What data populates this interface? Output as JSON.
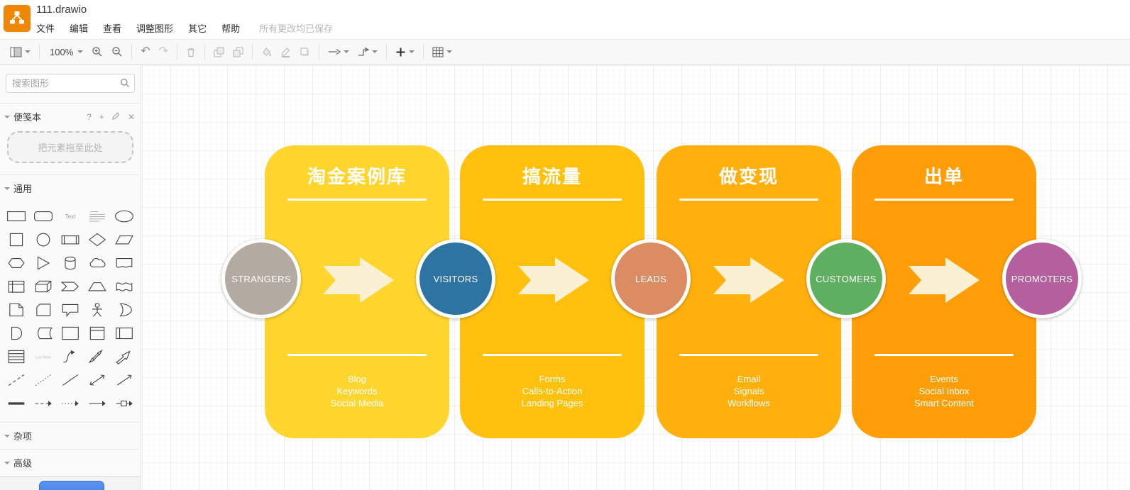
{
  "window": {
    "title": "111.drawio",
    "saved_status": "所有更改均已保存"
  },
  "menu": {
    "items": [
      "文件",
      "编辑",
      "查看",
      "调整图形",
      "其它",
      "帮助"
    ]
  },
  "toolbar": {
    "zoom_level": "100%"
  },
  "sidebar": {
    "search": {
      "placeholder": "搜索图形"
    },
    "scratchpad": {
      "label": "便笺本",
      "drop_hint": "把元素拖至此处"
    },
    "sections": {
      "general": "通用",
      "misc": "杂项",
      "advanced": "高级"
    },
    "shapes": [
      "rectangle",
      "rounded-rectangle",
      "text",
      "textbox",
      "ellipse",
      "square",
      "circle",
      "process",
      "diamond",
      "parallelogram",
      "hexagon",
      "triangle",
      "cylinder",
      "cloud",
      "document",
      "internal-storage",
      "cube",
      "step",
      "trapezoid",
      "tape",
      "note",
      "card",
      "callout",
      "actor",
      "or",
      "and",
      "data-storage",
      "container",
      "vertical-container",
      "horizontal-container",
      "list",
      "list-item",
      "curve",
      "bidirectional-arrow",
      "arrow",
      "dashed-line",
      "dotted-line",
      "line",
      "bidirectional-connector",
      "directional-connector",
      "link",
      "dashed-edge",
      "dotted-edge",
      "edge",
      "labeled-edge"
    ]
  },
  "diagram": {
    "stages": [
      {
        "title": "淘金案例库",
        "color": "#FFD52E",
        "items": [
          "Blog",
          "Keywords",
          "Social Media"
        ]
      },
      {
        "title": "搞流量",
        "color": "#FFC10D",
        "items": [
          "Forms",
          "Calls-to-Action",
          "Landing Pages"
        ]
      },
      {
        "title": "做变现",
        "color": "#FFB00D",
        "items": [
          "Email",
          "Signals",
          "Workflows"
        ]
      },
      {
        "title": "出单",
        "color": "#FF9E08",
        "items": [
          "Events",
          "Social Inbox",
          "Smart Content"
        ]
      }
    ],
    "funnel_nodes": [
      {
        "label": "STRANGERS",
        "color": "#B3AAA1"
      },
      {
        "label": "VISITORS",
        "color": "#2E74A3"
      },
      {
        "label": "LEADS",
        "color": "#DC8C62"
      },
      {
        "label": "CUSTOMERS",
        "color": "#5FAF60"
      },
      {
        "label": "PROMOTERS",
        "color": "#B55F9E"
      }
    ],
    "arrow_color": "#FAF1D4"
  }
}
